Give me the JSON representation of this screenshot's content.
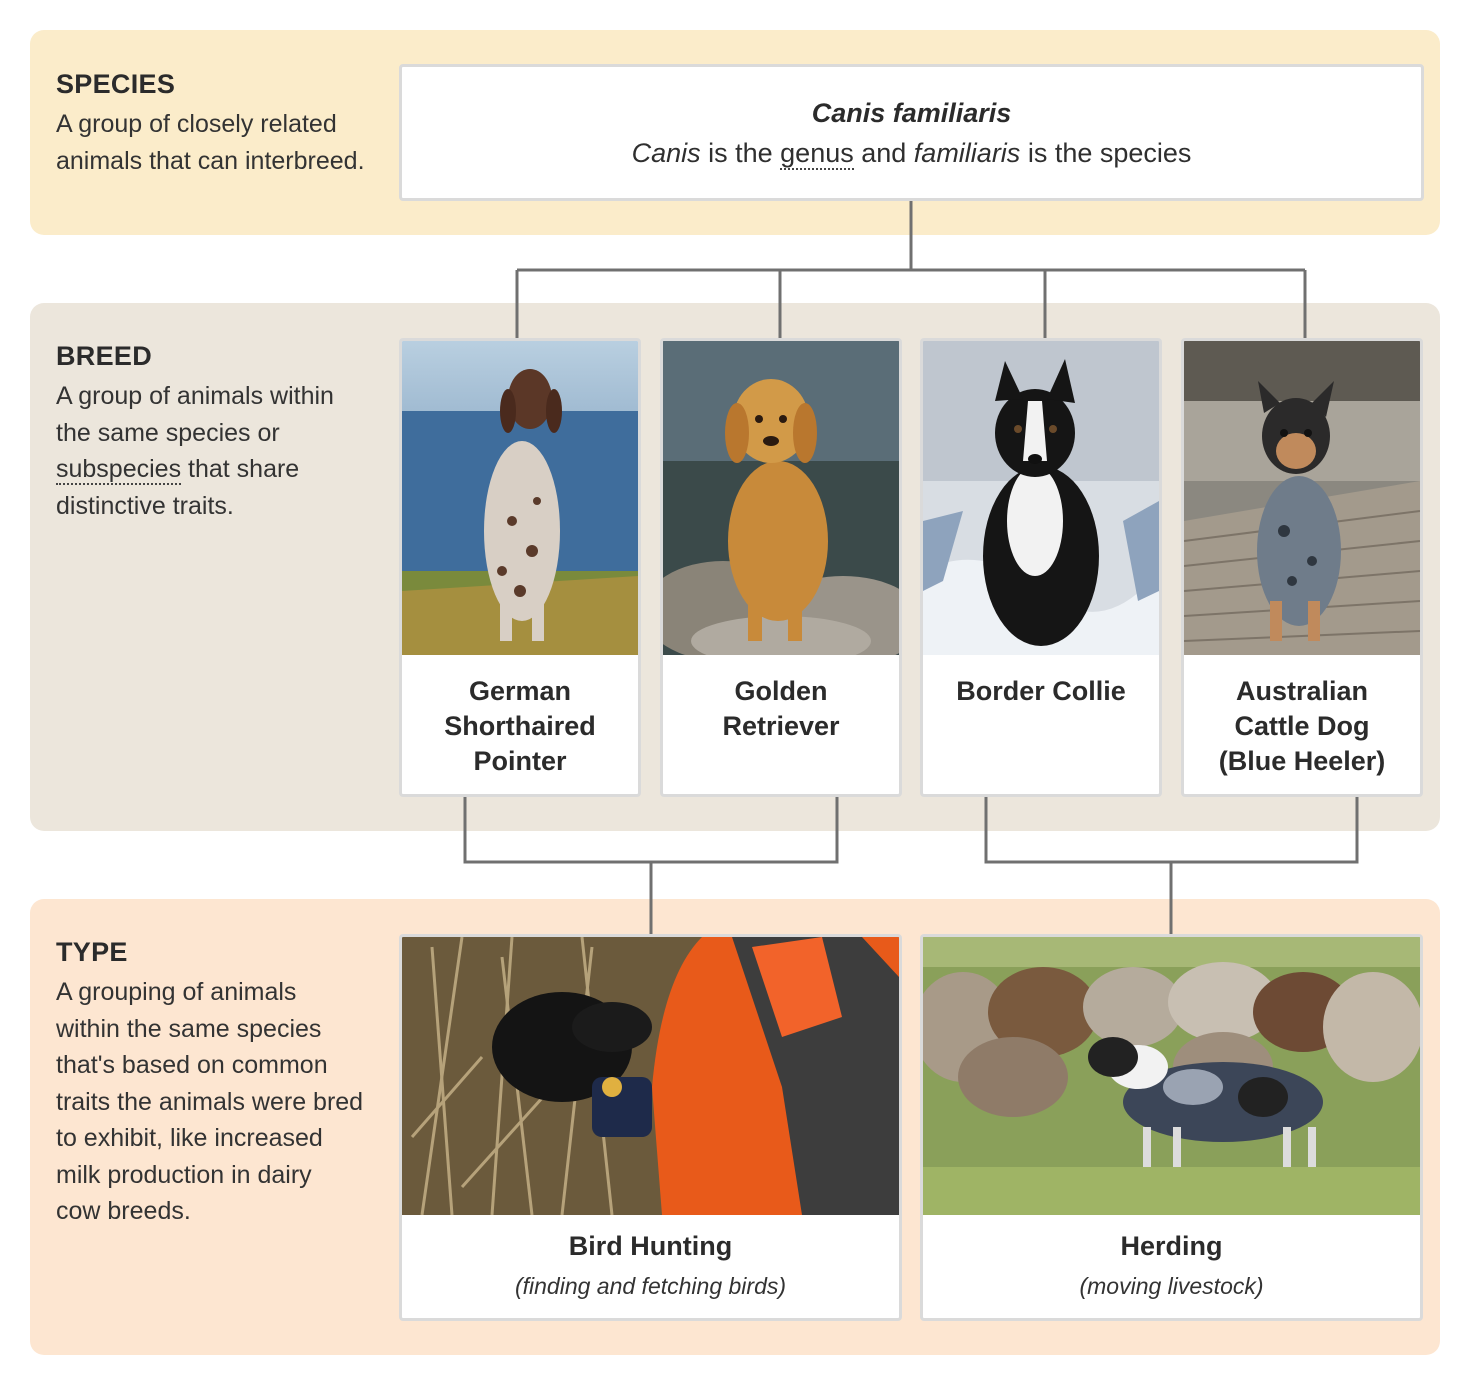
{
  "species": {
    "title": "SPECIES",
    "description_lines": [
      "A group of closely related",
      "animals that can interbreed."
    ],
    "card": {
      "title": "Canis familiaris",
      "desc_genus_word": "Canis",
      "desc_text1": " is the ",
      "desc_linked": "genus",
      "desc_text2": " and ",
      "desc_species_word": "familiaris",
      "desc_text3": " is the species"
    }
  },
  "breed": {
    "title": "BREED",
    "description_lines": [
      "A group of animals within",
      "the same species or"
    ],
    "description_linked": "subspecies",
    "description_after_link": " that share",
    "description_last": "distinctive traits.",
    "items": [
      {
        "label": "German\nShorthaired\nPointer",
        "icon": "pointer-dog-photo"
      },
      {
        "label": "Golden\nRetriever",
        "icon": "golden-retriever-photo"
      },
      {
        "label": "Border Collie",
        "icon": "border-collie-photo"
      },
      {
        "label": "Australian\nCattle Dog\n(Blue Heeler)",
        "icon": "cattle-dog-photo"
      }
    ]
  },
  "type": {
    "title": "TYPE",
    "description_lines": [
      "A grouping of animals",
      "within the same species",
      "that's based on common",
      "traits the animals were bred",
      "to exhibit, like increased",
      "milk production in dairy",
      "cow breeds."
    ],
    "items": [
      {
        "label": "Bird Hunting",
        "subtitle": "(finding and fetching birds)",
        "icon": "bird-hunting-photo"
      },
      {
        "label": "Herding",
        "subtitle": "(moving livestock)",
        "icon": "herding-photo"
      }
    ]
  },
  "colors": {
    "species_band": "#fbecca",
    "breed_band": "#ece6dc",
    "type_band": "#fde6d1",
    "connector": "#707070"
  }
}
